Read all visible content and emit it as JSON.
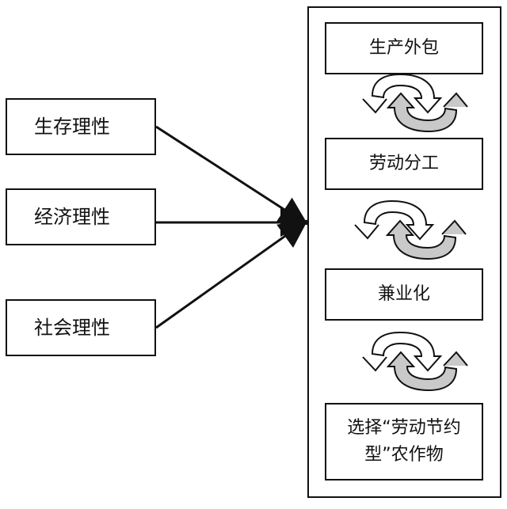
{
  "factors": [
    {
      "label": "生存理性"
    },
    {
      "label": "经济理性"
    },
    {
      "label": "社会理性"
    }
  ],
  "stages": [
    {
      "label": "生产外包"
    },
    {
      "label": "劳动分工"
    },
    {
      "label": "兼业化"
    },
    {
      "label": "选择“劳动节约型”农作物"
    }
  ],
  "colors": {
    "stroke": "#111111",
    "cycle_fill": "#c9c9c9"
  }
}
